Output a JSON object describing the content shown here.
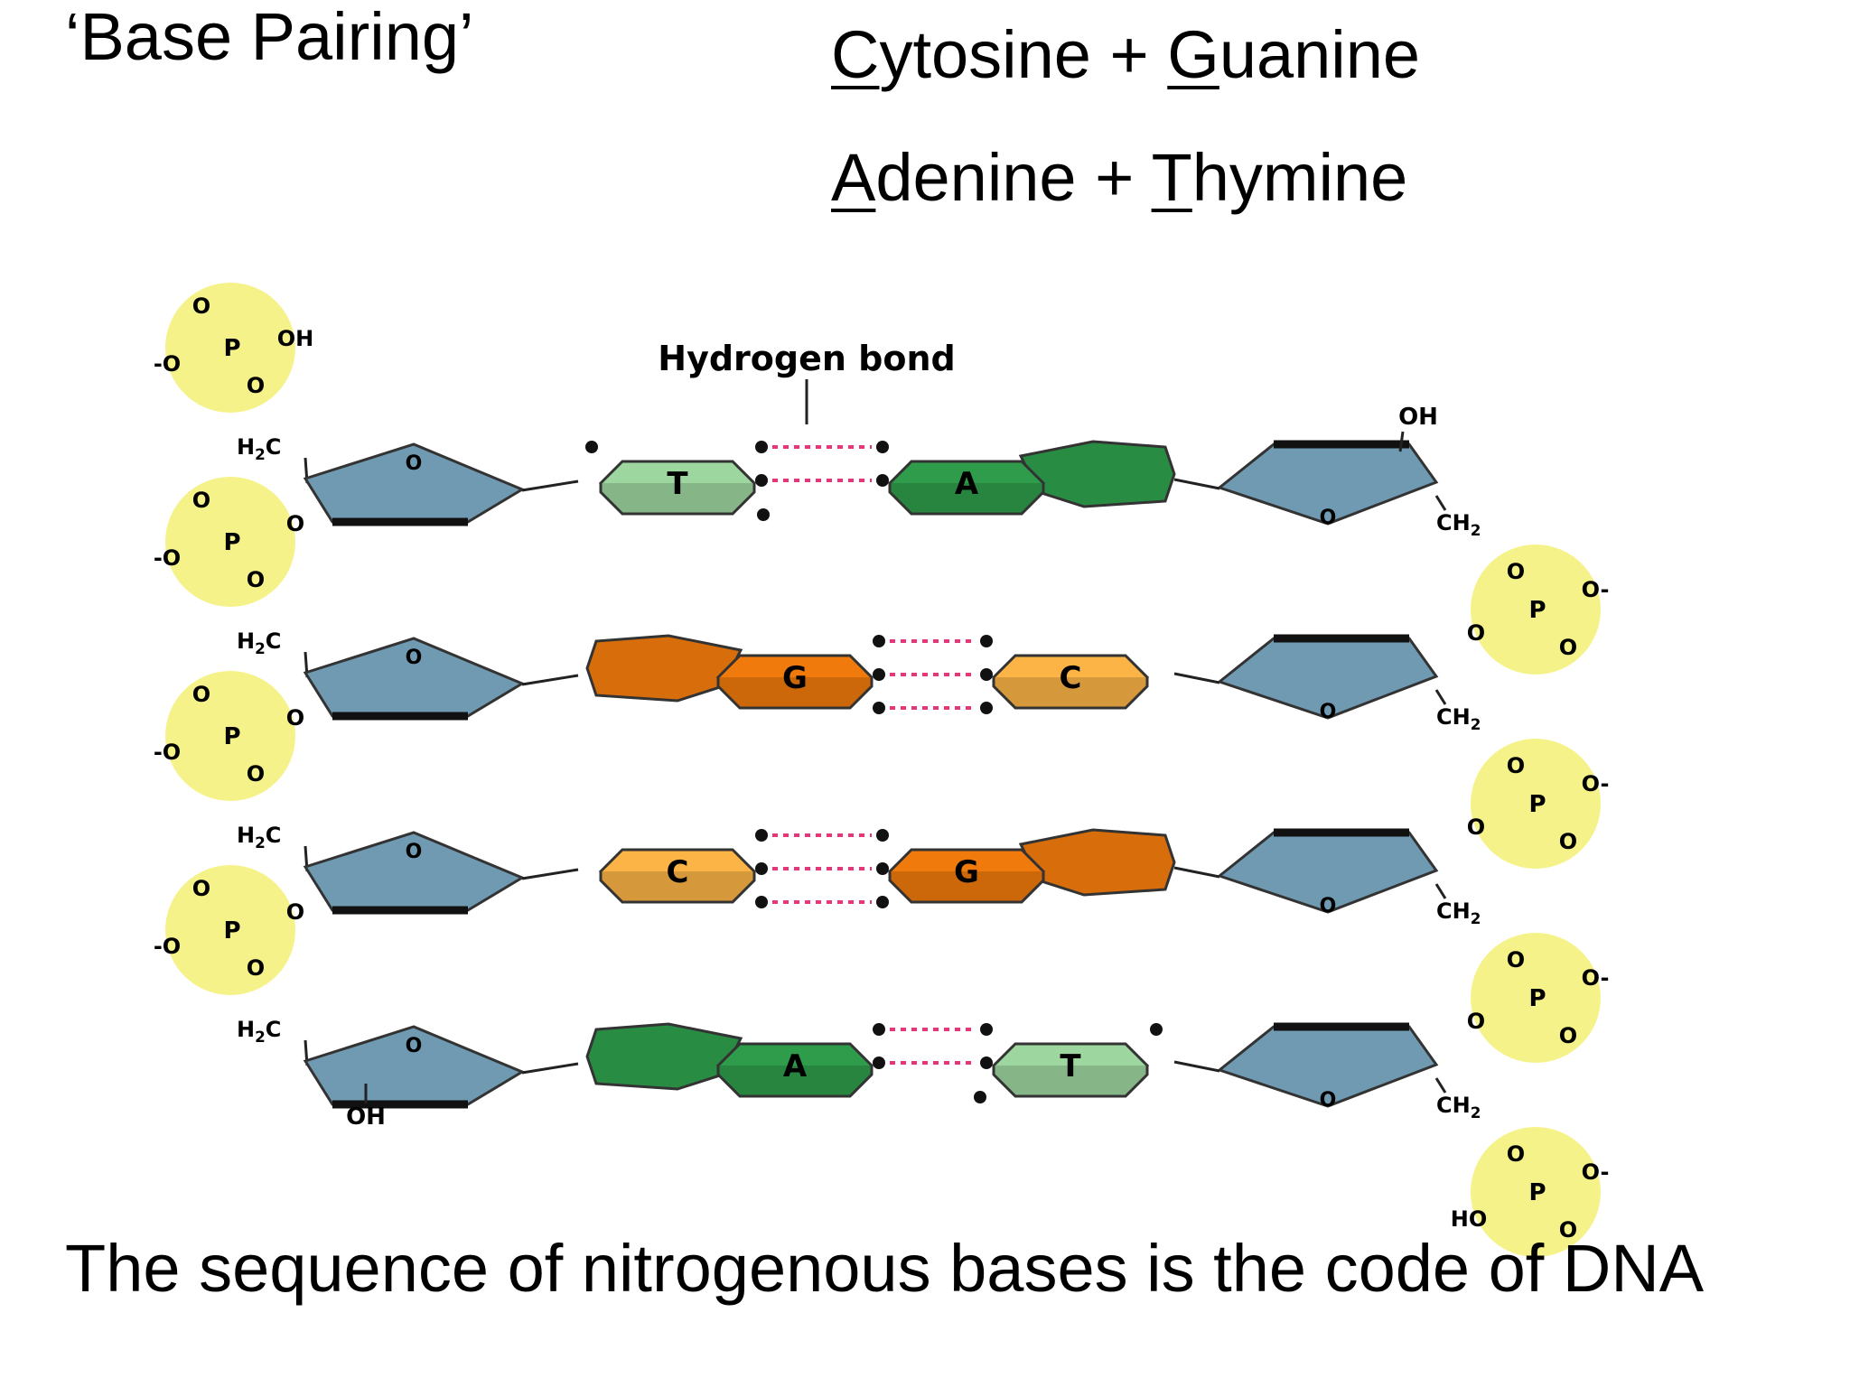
{
  "title": "‘Base Pairing’",
  "pair_rules": [
    {
      "first_initial": "C",
      "first_rest": "ytosine",
      "joiner": " + ",
      "second_initial": "G",
      "second_rest": "uanine"
    },
    {
      "first_initial": "A",
      "first_rest": "denine",
      "joiner": " + ",
      "second_initial": "T",
      "second_rest": "hymine"
    }
  ],
  "diagram": {
    "hydrogen_bond_label": "Hydrogen bond",
    "ring_oxygen": "O",
    "left_strand": {
      "phosphate": {
        "p": "P",
        "double_o": "O",
        "o_minus": "-O",
        "bridge_o": "O",
        "top_oh": "OH"
      },
      "sugar_ch2": "H2C",
      "terminal_oh": "OH"
    },
    "right_strand": {
      "phosphate": {
        "p": "P",
        "double_o": "O",
        "o_minus": "O-",
        "bridge_o": "O",
        "terminal_ho": "HO"
      },
      "sugar_ch2": "CH2",
      "top_oh": "OH"
    },
    "base_pairs": [
      {
        "left": "T",
        "right": "A",
        "left_color": "#9ed6a0",
        "right_color": "#2e9c4a"
      },
      {
        "left": "G",
        "right": "C",
        "left_color": "#f07a0c",
        "right_color": "#fbb445"
      },
      {
        "left": "C",
        "right": "G",
        "left_color": "#fbb445",
        "right_color": "#f07a0c"
      },
      {
        "left": "A",
        "right": "T",
        "left_color": "#2e9c4a",
        "right_color": "#9ed6a0"
      }
    ],
    "colors": {
      "sugar": "#6f9ab2",
      "phosphate_glow": "#f6f28a",
      "bond": "#e8357a"
    }
  },
  "caption": "The sequence of nitrogenous bases is the code of DNA"
}
